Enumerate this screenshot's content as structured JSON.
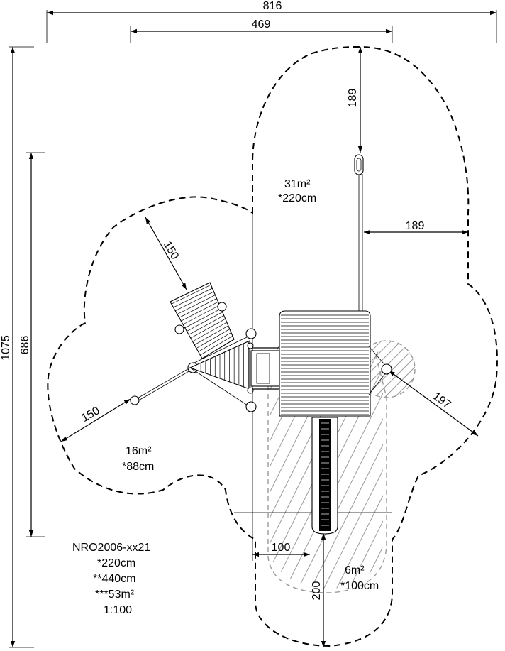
{
  "dimensions": {
    "overall_width": "816",
    "inner_width": "469",
    "overall_height": "1075",
    "inner_height": "686",
    "swing_top": "189",
    "swing_right": "189",
    "ramp_offset": "150",
    "left_arm": "150",
    "right_arm": "197",
    "slide_offset": "100",
    "slide_run": "200"
  },
  "zones": {
    "top_area": "31m²",
    "top_height": "*220cm",
    "left_area": "16m²",
    "left_height": "*88cm",
    "slide_area": "6m²",
    "slide_height": "*100cm"
  },
  "legend": {
    "code": "NRO2006-xx21",
    "line1": "*220cm",
    "line2": "**440cm",
    "line3": "***53m²",
    "scale": "1:100"
  },
  "colors": {
    "line": "#000000",
    "hatch": "#9a9a9a",
    "background": "#ffffff"
  }
}
